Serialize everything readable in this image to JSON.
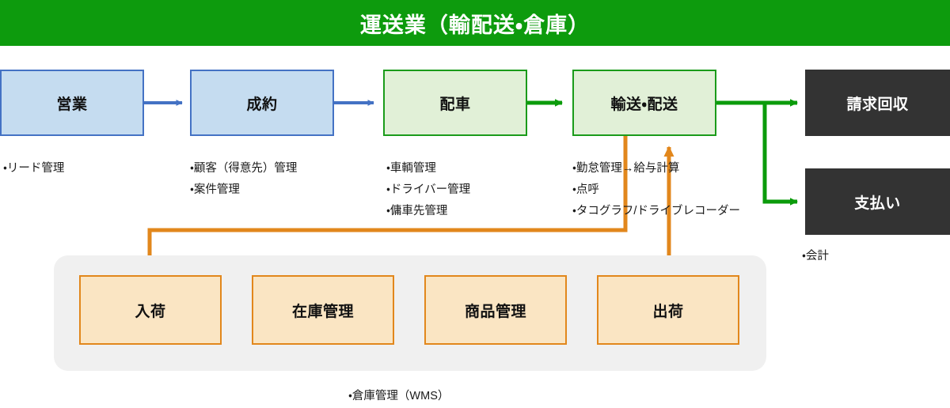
{
  "header": {
    "title": "運送業（輸配送・倉庫）",
    "bg_color": "#0d9b0d",
    "text_color": "#ffffff"
  },
  "colors": {
    "blue_fill": "#c5dcf0",
    "blue_border": "#4472c4",
    "green_fill": "#e1f0d7",
    "green_border": "#1a9b1a",
    "dark_fill": "#333333",
    "orange_fill": "#fae5c3",
    "orange_border": "#e2871c",
    "panel_fill": "#f0f0f0",
    "arrow_blue": "#4472c4",
    "arrow_green": "#0b9b0b",
    "arrow_orange": "#e2871c"
  },
  "flow": {
    "top_row": [
      {
        "id": "eigyo",
        "label": "営業",
        "style": "blue"
      },
      {
        "id": "seiyaku",
        "label": "成約",
        "style": "blue"
      },
      {
        "id": "haisha",
        "label": "配車",
        "style": "green"
      },
      {
        "id": "yuso",
        "label": "輸送・配送",
        "style": "green"
      }
    ],
    "right_column": [
      {
        "id": "seikyu",
        "label": "請求回収",
        "style": "dark"
      },
      {
        "id": "shiharai",
        "label": "支払い",
        "style": "dark"
      }
    ],
    "warehouse_row": [
      {
        "id": "nyuka",
        "label": "入荷",
        "style": "orange"
      },
      {
        "id": "zaiko",
        "label": "在庫管理",
        "style": "orange"
      },
      {
        "id": "shohin",
        "label": "商品管理",
        "style": "orange"
      },
      {
        "id": "shukka",
        "label": "出荷",
        "style": "orange"
      }
    ]
  },
  "notes": {
    "eigyo": [
      "・リード管理"
    ],
    "seiyaku": [
      "・顧客（得意先）管理",
      "・案件管理"
    ],
    "haisha": [
      "・車輌管理",
      "・ドライバー管理",
      "・傭車先管理"
    ],
    "yuso": [
      "・勤怠管理→給与計算",
      "・点呼",
      "・タコグラフ/ドライブレコーダー"
    ],
    "payment": [
      "・会計"
    ],
    "warehouse_caption": "・倉庫管理（WMS）"
  }
}
